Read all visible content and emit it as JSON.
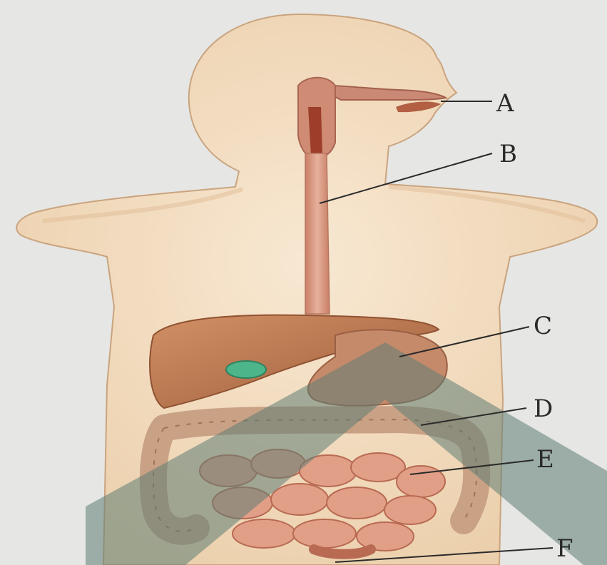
{
  "labels": {
    "a": "A",
    "b": "B",
    "c": "C",
    "d": "D",
    "e": "E",
    "f": "F"
  },
  "colors": {
    "background": "#e6e6e4",
    "skin": "#f2dcbf",
    "skin_outline": "#c9a47e",
    "esophagus": "#d89a84",
    "liver": "#b9774e",
    "gallbladder": "#4db58a",
    "stomach": "#c58a6a",
    "large_intestine": "#c9a184",
    "small_intestine": "#e29f87",
    "overlay": "#5f7d74",
    "label_line": "#2a2a2a"
  }
}
